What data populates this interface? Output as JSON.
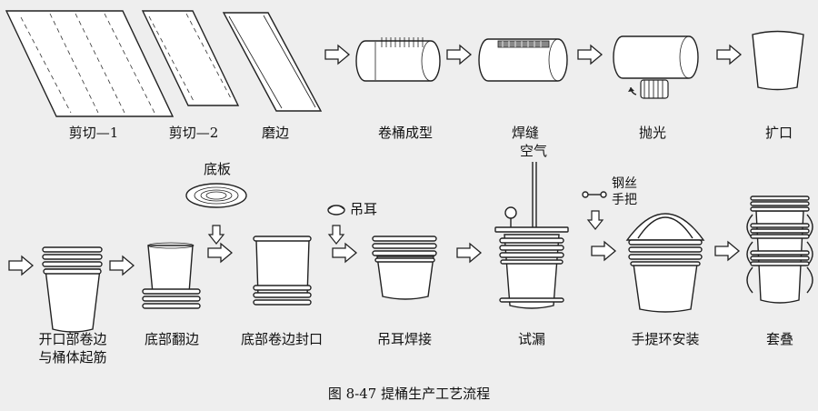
{
  "steps": {
    "cut1": "剪切—1",
    "cut2": "剪切—2",
    "edge": "磨边",
    "roll": "卷桶成型",
    "weld": "焊缝",
    "polish": "抛光",
    "flare": "扩口",
    "curl_line1": "开口部卷边",
    "curl_line2": "与桶体起筋",
    "bottom_flange": "底部翻边",
    "bottom_seal": "底部卷边封口",
    "ear_weld": "吊耳焊接",
    "leak_test": "试漏",
    "handle_install": "手提环安装",
    "stack": "套叠"
  },
  "inputs": {
    "bottom_plate": "底板",
    "lug": "吊耳",
    "air": "空气",
    "wire_line1": "钢丝",
    "wire_line2": "手把"
  },
  "caption": "图 8-47    提桶生产工艺流程"
}
